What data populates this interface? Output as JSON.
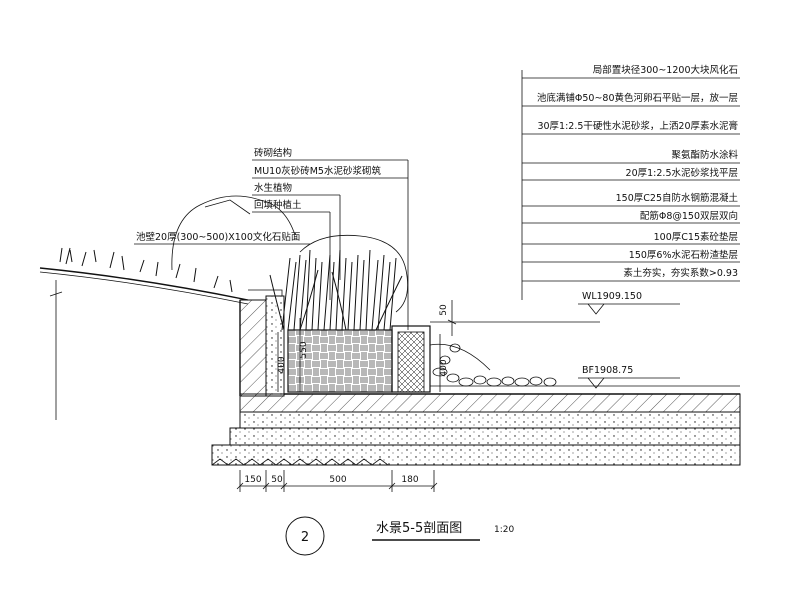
{
  "right_callouts": [
    {
      "text": "局部置块径300~1200大块风化石"
    },
    {
      "text": "池底满铺Φ50~80黄色河卵石平贴一层，放一层"
    },
    {
      "text": "30厚1:2.5干硬性水泥砂浆，上洒20厚素水泥膏"
    },
    {
      "text": "聚氨酯防水涂料"
    },
    {
      "text": "20厚1:2.5水泥砂浆找平层"
    },
    {
      "text": "150厚C25自防水钢筋混凝土"
    },
    {
      "text": "配筋Φ8@150双层双向"
    },
    {
      "text": "100厚C15素砼垫层"
    },
    {
      "text": "150厚6%水泥石粉渣垫层"
    },
    {
      "text": "素土夯实，夯实系数>0.93"
    }
  ],
  "left_callouts": [
    {
      "text": "砖砌结构"
    },
    {
      "text": "MU10灰砂砖M5水泥砂浆砌筑"
    },
    {
      "text": "水生植物"
    },
    {
      "text": "回填种植土"
    },
    {
      "text": "池壁20厚(300~500)X100文化石贴面"
    }
  ],
  "levels": [
    {
      "text": "WL1909.150"
    },
    {
      "text": "BF1908.75"
    }
  ],
  "dims_bottom": [
    "150",
    "50",
    "500",
    "180"
  ],
  "dims_vertical": [
    "400",
    "550",
    "400",
    "50"
  ],
  "title": {
    "number": "2",
    "name": "水景5-5剖面图",
    "scale": "1:20"
  }
}
